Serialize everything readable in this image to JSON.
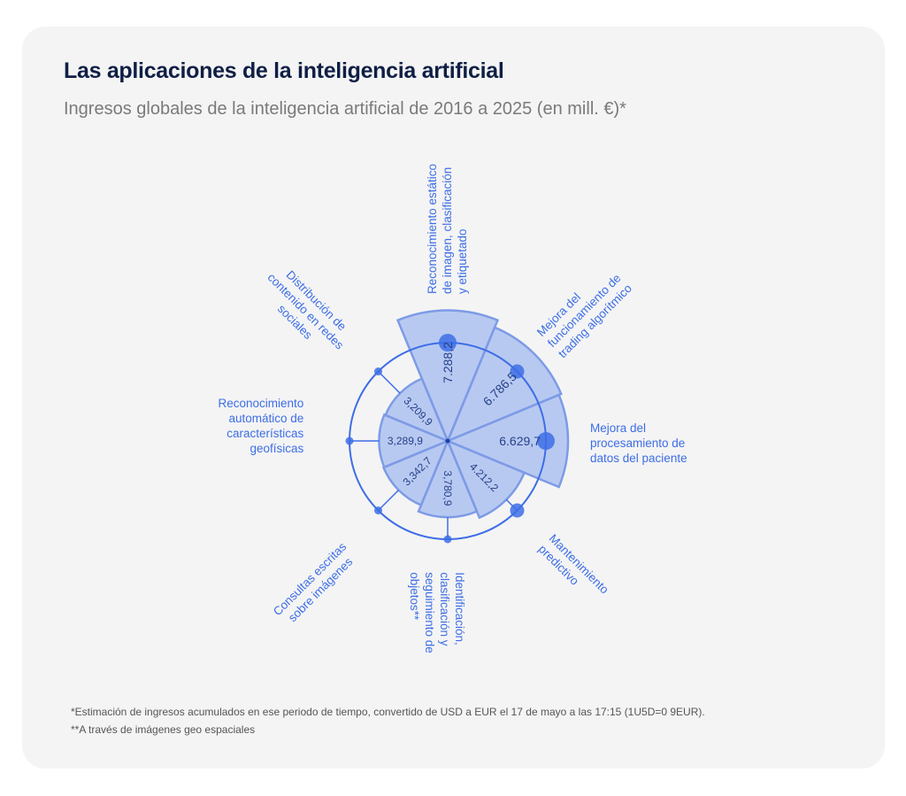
{
  "title": "Las aplicaciones de la inteligencia artificial",
  "subtitle": "Ingresos globales de la inteligencia artificial de 2016 a 2025 (en mill. €)*",
  "footnotes": [
    "*Estimación de ingresos acumulados en ese periodo de tiempo, convertido de USD a EUR el 17 de mayo a las 17:15 (1U5D=0 9EUR).",
    "**A través de imágenes geo espaciales"
  ],
  "colors": {
    "accent": "#3d6ee6",
    "fill": "#8fabee",
    "title": "#0f1f45"
  },
  "chart_data": {
    "type": "polar-area",
    "title": "Las aplicaciones de la inteligencia artificial",
    "unit": "mill. €",
    "categories": [
      [
        "Reconocimiento estático",
        "de imagen, clasificación",
        "y etiquetado"
      ],
      [
        "Mejora del",
        "funcionamiento de",
        "trading algorítmico"
      ],
      [
        "Mejora del",
        "procesamiento de",
        "datos del paciente"
      ],
      [
        "Mantenimiento",
        "predictivo"
      ],
      [
        "Identificación,",
        "clasificación y",
        "seguimiento de",
        "objetos**"
      ],
      [
        "Consultas escritas",
        "sobre imágenes"
      ],
      [
        "Reconocimiento",
        "automático de",
        "características",
        "geofísicas"
      ],
      [
        "Distribución de",
        "contenido en redes",
        "sociales"
      ]
    ],
    "values": [
      7288.2,
      6786.5,
      6629.7,
      4212.2,
      3780.9,
      3342.7,
      3289.9,
      3209.9
    ],
    "value_labels": [
      "7.288,2",
      "6.786,5",
      "6.629,7",
      "4.212,2",
      "3,780,9",
      "3,342,7",
      "3,289,9",
      "3,209,9"
    ]
  }
}
